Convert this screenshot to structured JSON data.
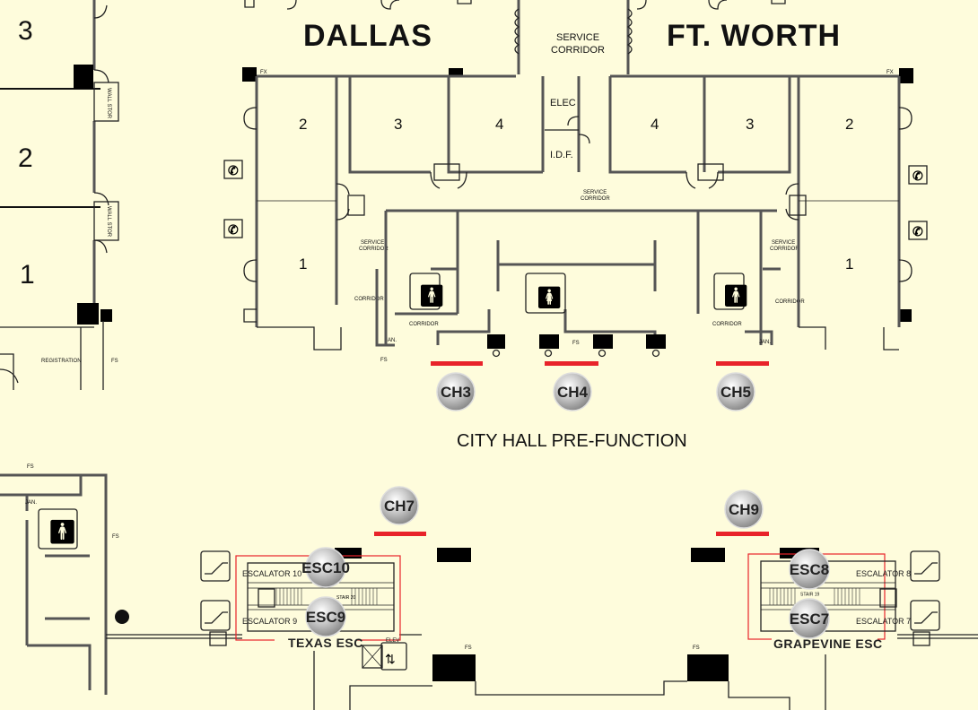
{
  "colors": {
    "background": "#fefcdc",
    "marker_underline": "#e8232a",
    "escalator_outline": "#e8232a"
  },
  "halls": {
    "dallas": "DALLAS",
    "ft_worth": "FT. WORTH"
  },
  "left_rooms": [
    "3",
    "2",
    "1"
  ],
  "dallas_rooms": {
    "r1": "1",
    "r2": "2",
    "r3": "3",
    "r4": "4"
  },
  "ftworth_rooms": {
    "r1": "1",
    "r2": "2",
    "r3": "3",
    "r4": "4"
  },
  "labels": {
    "service_corridor_top_1": "SERVICE",
    "service_corridor_top_2": "CORRIDOR",
    "elec": "ELEC",
    "idf": "I.D.F.",
    "wall_stor": "WALL STOR",
    "service": "SERVICE",
    "corridor": "CORRIDOR",
    "jan": "JAN.",
    "registration": "REGISTRATION",
    "fs": "FS",
    "fx": "FX",
    "elev": "ELEV",
    "stair_20": "STAIR 20",
    "stair_19": "STAIR 19"
  },
  "area_title": "CITY HALL PRE-FUNCTION",
  "markers": {
    "ch3": "CH3",
    "ch4": "CH4",
    "ch5": "CH5",
    "ch7": "CH7",
    "ch9": "CH9",
    "esc10": "ESC10",
    "esc9": "ESC9",
    "esc8": "ESC8",
    "esc7": "ESC7"
  },
  "escalators": {
    "e10": "ESCALATOR 10",
    "e9": "ESCALATOR 9",
    "e8": "ESCALATOR 8",
    "e7": "ESCALATOR 7",
    "texas": "TEXAS ESC",
    "grapevine": "GRAPEVINE ESC"
  }
}
